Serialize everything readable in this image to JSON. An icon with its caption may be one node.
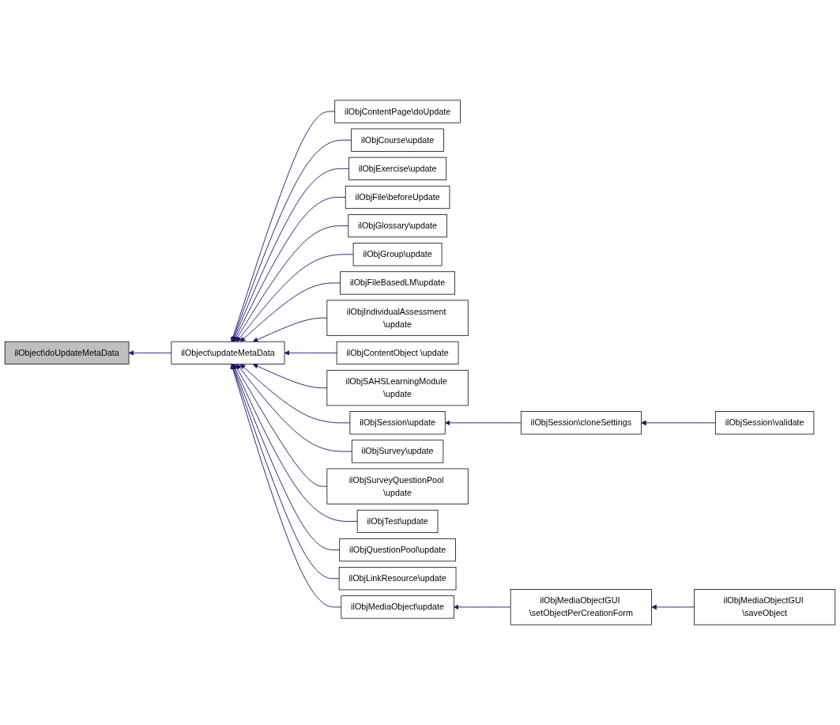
{
  "diagram": {
    "nodes": [
      {
        "text": [
          "ilObject\\doUpdateMetaData"
        ]
      },
      {
        "text": [
          "ilObject\\updateMetaData"
        ]
      },
      {
        "text": [
          "ilObjContentPage\\doUpdate"
        ]
      },
      {
        "text": [
          "ilObjCourse\\update"
        ]
      },
      {
        "text": [
          "ilObjExercise\\update"
        ]
      },
      {
        "text": [
          "ilObjFile\\beforeUpdate"
        ]
      },
      {
        "text": [
          "ilObjGlossary\\update"
        ]
      },
      {
        "text": [
          "ilObjGroup\\update"
        ]
      },
      {
        "text": [
          "ilObjFileBasedLM\\update"
        ]
      },
      {
        "text": [
          "ilObjIndividualAssessment \\update"
        ]
      },
      {
        "text": [
          "ilObjContentObject \\update"
        ]
      },
      {
        "text": [
          "ilObjSAHSLearningModule \\update"
        ]
      },
      {
        "text": [
          "ilObjSession\\update"
        ]
      },
      {
        "text": [
          "ilObjSurvey\\update"
        ]
      },
      {
        "text": [
          "ilObjSurveyQuestionPool \\update"
        ]
      },
      {
        "text": [
          "ilObjTest\\update"
        ]
      },
      {
        "text": [
          "ilObjQuestionPool\\update"
        ]
      },
      {
        "text": [
          "ilObjLinkResource\\update"
        ]
      },
      {
        "text": [
          "ilObjMediaObject\\update"
        ]
      },
      {
        "text": [
          "ilObjSession\\cloneSettings"
        ]
      },
      {
        "text": [
          "ilObjSession\\validate"
        ]
      },
      {
        "text": [
          "ilObjMediaObjectGUI \\setObjectPerCreationForm"
        ]
      },
      {
        "text": [
          "ilObjMediaObjectGUI \\saveObject"
        ]
      }
    ],
    "edges": [
      {
        "from": 1,
        "to": 0,
        "arrow": "to"
      },
      {
        "from": 2,
        "to": 1,
        "arrow": "to"
      },
      {
        "from": 3,
        "to": 1,
        "arrow": "to"
      },
      {
        "from": 4,
        "to": 1,
        "arrow": "to"
      },
      {
        "from": 5,
        "to": 1,
        "arrow": "to"
      },
      {
        "from": 6,
        "to": 1,
        "arrow": "to"
      },
      {
        "from": 7,
        "to": 1,
        "arrow": "to"
      },
      {
        "from": 8,
        "to": 1,
        "arrow": "to"
      },
      {
        "from": 9,
        "to": 1,
        "arrow": "to"
      },
      {
        "from": 10,
        "to": 1,
        "arrow": "to"
      },
      {
        "from": 11,
        "to": 1,
        "arrow": "to"
      },
      {
        "from": 12,
        "to": 1,
        "arrow": "to"
      },
      {
        "from": 13,
        "to": 1,
        "arrow": "to"
      },
      {
        "from": 14,
        "to": 1,
        "arrow": "to"
      },
      {
        "from": 15,
        "to": 1,
        "arrow": "to"
      },
      {
        "from": 16,
        "to": 1,
        "arrow": "to"
      },
      {
        "from": 17,
        "to": 1,
        "arrow": "to"
      },
      {
        "from": 18,
        "to": 1,
        "arrow": "to"
      },
      {
        "from": 19,
        "to": 12,
        "arrow": "to"
      },
      {
        "from": 20,
        "to": 19,
        "arrow": "to"
      },
      {
        "from": 21,
        "to": 18,
        "arrow": "to"
      },
      {
        "from": 22,
        "to": 21,
        "arrow": "to"
      }
    ]
  }
}
